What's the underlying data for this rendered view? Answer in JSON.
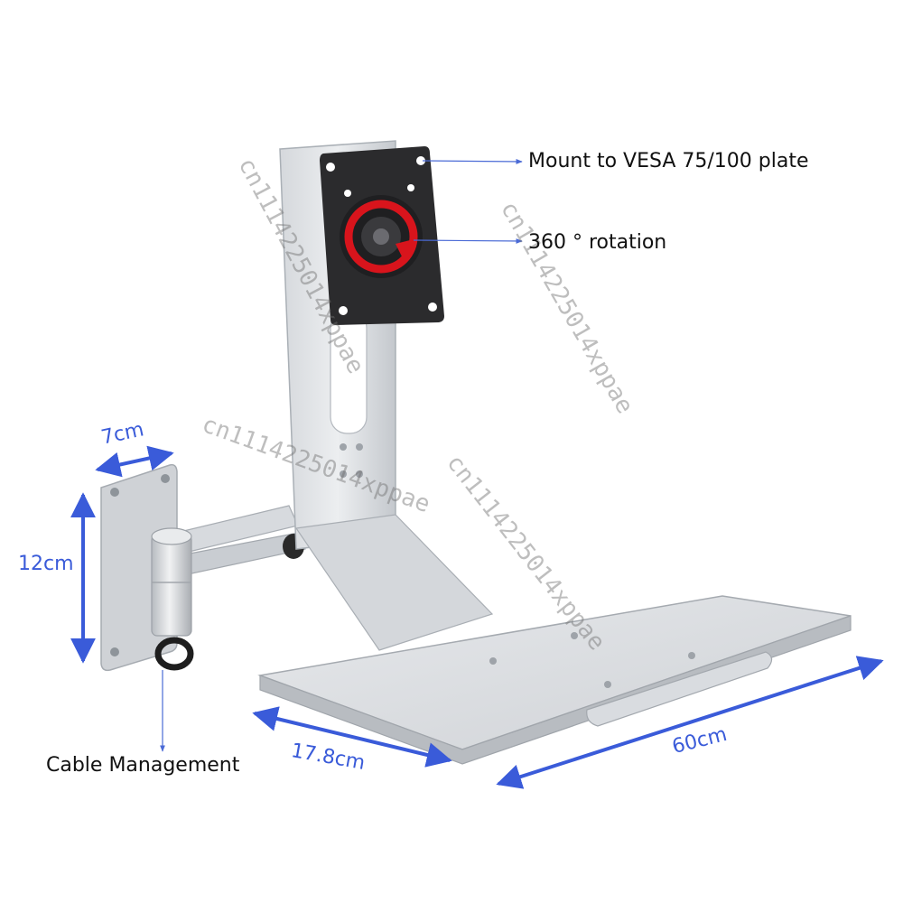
{
  "colors": {
    "dimension": "#3a5bd9",
    "leader": "#4a6ad6",
    "metal_light": "#e3e5e8",
    "metal_mid": "#c3c7cc",
    "metal_dark": "#9ea3a9",
    "vesa_plate": "#2b2b2d",
    "rotation_ring": "#d8141c",
    "callout_text": "#111111"
  },
  "callouts": {
    "vesa": "Mount to VESA 75/100 plate",
    "rotation": "360 ° rotation",
    "cable": "Cable Management"
  },
  "dimensions": {
    "plate_width": "7cm",
    "plate_height": "12cm",
    "tray_depth": "17.8cm",
    "tray_width": "60cm"
  },
  "watermark": {
    "text": "cn1114225014xppae"
  }
}
